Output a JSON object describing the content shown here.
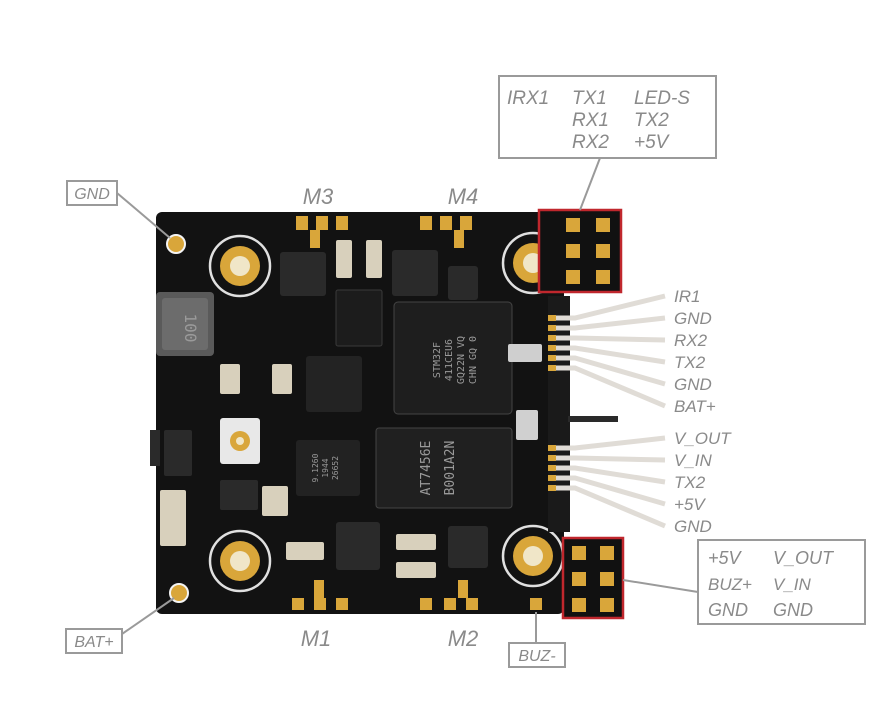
{
  "motor_labels": [
    "M3",
    "M4",
    "M1",
    "M2"
  ],
  "top_box": {
    "rows": [
      [
        "IRX1",
        "TX1",
        "LED-S"
      ],
      [
        "RX1",
        "TX2"
      ],
      [
        "RX2",
        "+5V"
      ]
    ]
  },
  "bottom_box": {
    "rows": [
      [
        "+5V",
        "V_OUT"
      ],
      [
        "BUZ+",
        "V_IN"
      ],
      [
        "GND",
        "GND"
      ]
    ]
  },
  "callouts": {
    "gnd_tl": "GND",
    "bat_plus": "BAT+",
    "buz_minus": "BUZ-"
  },
  "right_pins_upper": [
    "IR1",
    "GND",
    "RX2",
    "TX2",
    "GND",
    "BAT+"
  ],
  "right_pins_lower": [
    "V_OUT",
    "V_IN",
    "TX2",
    "+5V",
    "GND"
  ],
  "chips": {
    "inductor": "100",
    "mcu": [
      "STM32F",
      "411CEU6",
      "GQ22N VQ",
      "CHN GQ 0"
    ],
    "osd": [
      "AT7456E",
      "B001A2N"
    ],
    "small": [
      "9.1260",
      "1944",
      "26652"
    ]
  },
  "colors": {
    "board": "#121212",
    "pad": "#d9a63a",
    "hole_ring": "#e0e0e0",
    "highlight": "#c0272d",
    "label": "#8a8a8a",
    "wire": "#e0dcd6"
  },
  "icons": [
    "mounting-hole-icon",
    "chip-icon",
    "connector-icon"
  ]
}
